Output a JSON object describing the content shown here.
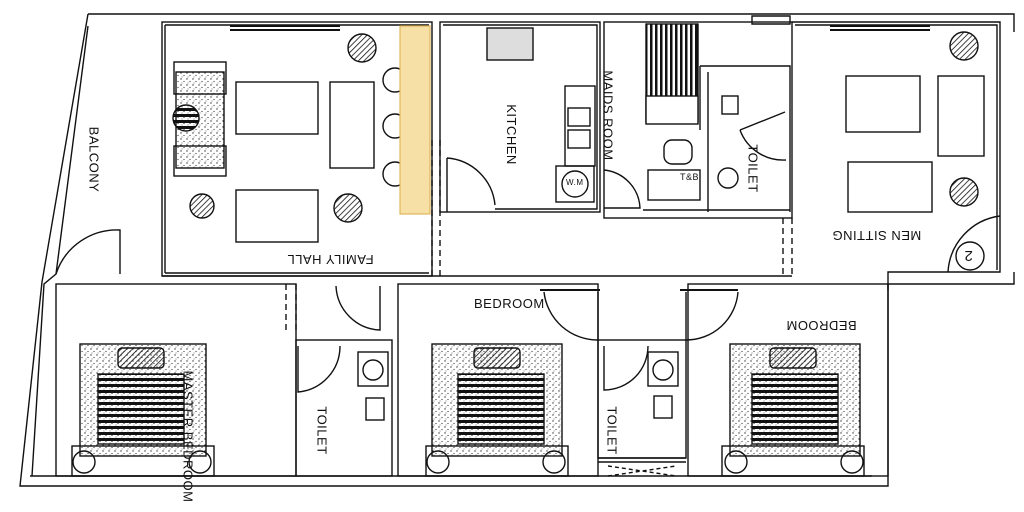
{
  "plan": {
    "rooms": {
      "balcony": "BALCONY",
      "family_hall": "FAMILY HALL",
      "kitchen": "KITCHEN",
      "maids_room": "MAIDS ROOM",
      "toilet_maids": "TOILET",
      "men_sitting": "MEN SITTING",
      "master_bedroom": "MASTER BEDROOM",
      "toilet_master": "TOILET",
      "bedroom_middle": "BEDROOM",
      "toilet_middle": "TOILET",
      "bedroom_right": "BEDROOM"
    },
    "fixtures": {
      "washing_machine": "W.M",
      "tub_basin": "T&B"
    },
    "marker_number": "2",
    "colors": {
      "line": "#111111",
      "counter_highlight": "#f6e0a6",
      "counter_stroke": "#e0b95a"
    }
  }
}
